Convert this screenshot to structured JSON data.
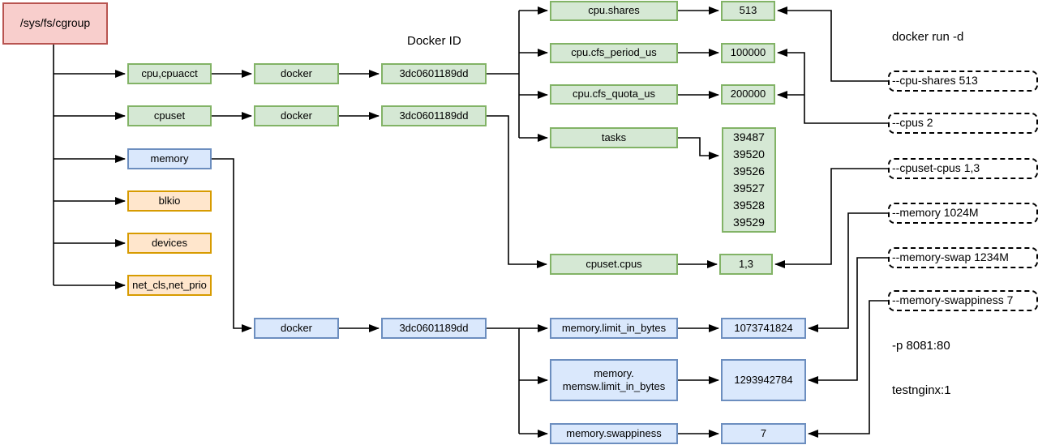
{
  "diagram": {
    "root_label": "/sys/fs/cgroup",
    "docker_id_label": "Docker ID",
    "subsystems": [
      {
        "label": "cpu,cpuacct"
      },
      {
        "label": "cpuset"
      },
      {
        "label": "memory"
      },
      {
        "label": "blkio"
      },
      {
        "label": "devices"
      },
      {
        "label": "net_cls,net_prio"
      }
    ],
    "cpu_chain": {
      "docker": "docker",
      "container_id": "3dc0601189dd"
    },
    "cpuset_chain": {
      "docker": "docker",
      "container_id": "3dc0601189dd"
    },
    "memory_chain": {
      "docker": "docker",
      "container_id": "3dc0601189dd"
    },
    "files": {
      "cpu_shares": {
        "name": "cpu.shares",
        "value": "513"
      },
      "cpu_cfs_period_us": {
        "name": "cpu.cfs_period_us",
        "value": "100000"
      },
      "cpu_cfs_quota_us": {
        "name": "cpu.cfs_quota_us",
        "value": "200000"
      },
      "tasks": {
        "name": "tasks",
        "value": "39487\n39520\n39526\n39527\n39528\n39529"
      },
      "cpuset_cpus": {
        "name": "cpuset.cpus",
        "value": "1,3"
      },
      "memory_limit_in_bytes": {
        "name": "memory.limit_in_bytes",
        "value": "1073741824"
      },
      "memory_memsw_limit_in_bytes": {
        "name": "memory.\nmemsw.limit_in_bytes",
        "value": "1293942784"
      },
      "memory_swappiness": {
        "name": "memory.swappiness",
        "value": "7"
      }
    },
    "docker_run": {
      "title": "docker run -d",
      "options": [
        "--cpu-shares 513",
        "--cpus 2",
        "--cpuset-cpus 1,3",
        "--memory 1024M",
        "--memory-swap 1234M",
        "--memory-swappiness 7"
      ],
      "port_option": "-p 8081:80",
      "image": "testnginx:1"
    },
    "palette": {
      "green_fill": "#d5e8d4",
      "green_stroke": "#82b366",
      "blue_fill": "#dae8fc",
      "blue_stroke": "#6c8ebf",
      "orange_fill": "#ffe6cc",
      "orange_stroke": "#d79b00",
      "pink_fill": "#f8cecc",
      "pink_stroke": "#b85450",
      "line_color": "#000000"
    }
  }
}
